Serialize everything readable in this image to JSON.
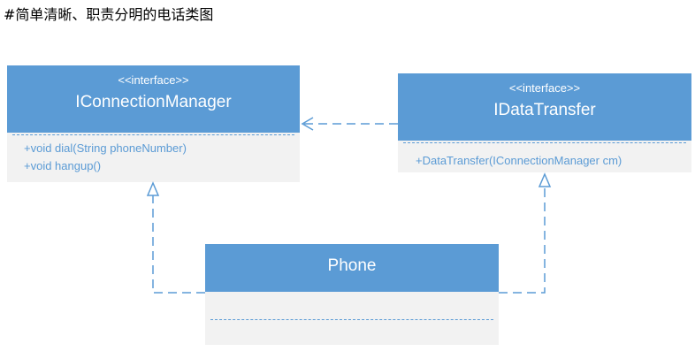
{
  "caption": "#简单清晰、职责分明的电话类图",
  "classes": {
    "connection_manager": {
      "stereotype": "<<interface>>",
      "name": "IConnectionManager",
      "members": [
        "+void dial(String phoneNumber)",
        "+void hangup()"
      ]
    },
    "data_transfer": {
      "stereotype": "<<interface>>",
      "name": "IDataTransfer",
      "members": [
        "+DataTransfer(IConnectionManager cm)"
      ]
    },
    "phone": {
      "name": "Phone"
    }
  },
  "colors": {
    "class_header": "#5b9bd5",
    "class_body": "#f2f2f2",
    "connector": "#5b9bd5",
    "member_text": "#5b9bd5"
  },
  "relations": [
    {
      "from": "IDataTransfer",
      "to": "IConnectionManager",
      "type": "dependency"
    },
    {
      "from": "Phone",
      "to": "IConnectionManager",
      "type": "realization"
    },
    {
      "from": "Phone",
      "to": "IDataTransfer",
      "type": "realization"
    }
  ]
}
